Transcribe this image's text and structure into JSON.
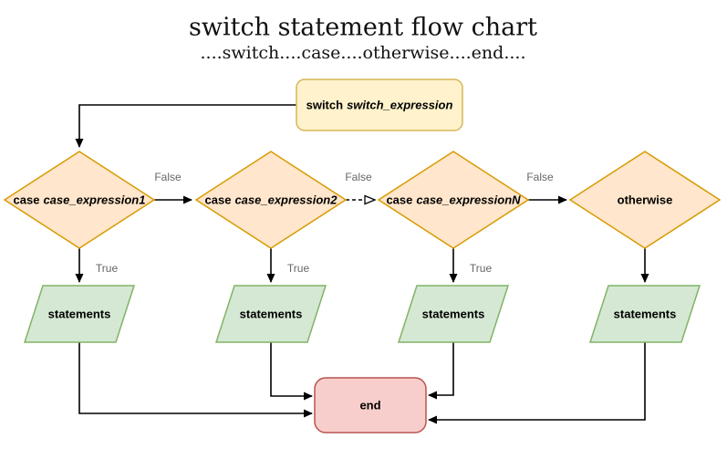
{
  "title": "switch statement flow chart",
  "subtitle": "....switch....case....otherwise....end....",
  "colors": {
    "switch_fill": "#FFF2CC",
    "switch_stroke": "#D6B656",
    "case_fill": "#FFE6CC",
    "case_stroke": "#D79B00",
    "statements_fill": "#D5E8D4",
    "statements_stroke": "#82B366",
    "end_fill": "#F8CECC",
    "end_stroke": "#B85450",
    "edge_label_text": "#666666",
    "connector": "#000000"
  },
  "nodes": {
    "switch": {
      "keyword": "switch",
      "expression": "switch_expression"
    },
    "case1": {
      "keyword": "case",
      "expression": "case_expression1"
    },
    "case2": {
      "keyword": "case",
      "expression": "case_expression2"
    },
    "caseN": {
      "keyword": "case",
      "expression": "case_expressionN"
    },
    "otherwise": {
      "label": "otherwise"
    },
    "statements1": {
      "label": "statements"
    },
    "statements2": {
      "label": "statements"
    },
    "statements3": {
      "label": "statements"
    },
    "statements4": {
      "label": "statements"
    },
    "end": {
      "label": "end"
    }
  },
  "edge_labels": {
    "false1": "False",
    "false2": "False",
    "false3": "False",
    "true1": "True",
    "true2": "True",
    "true3": "True"
  }
}
